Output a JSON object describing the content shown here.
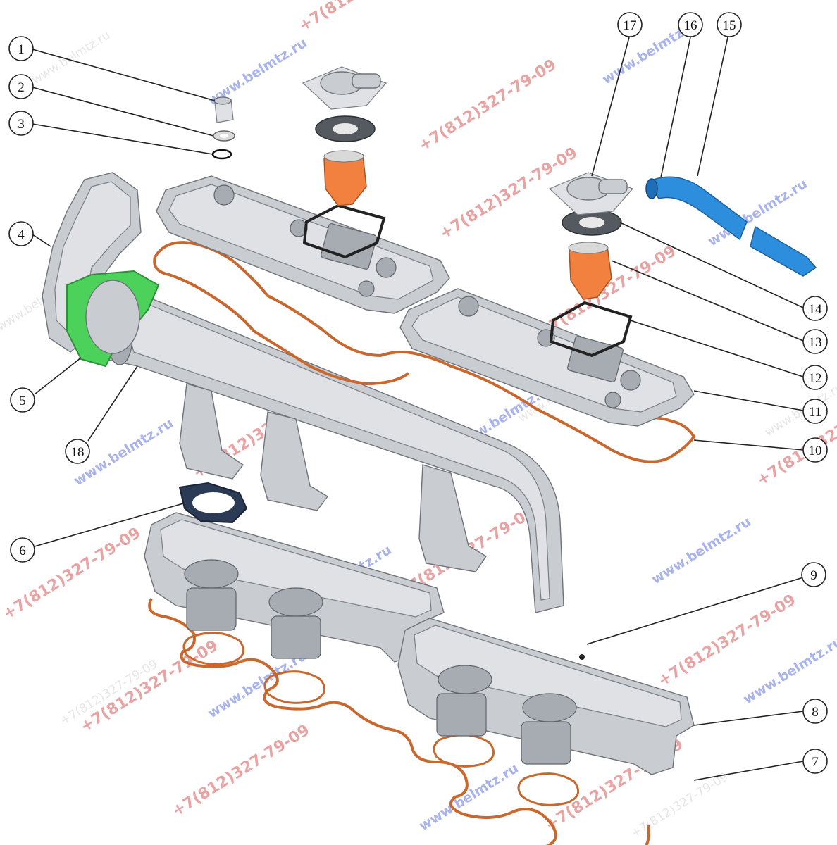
{
  "callouts": [
    {
      "number": "1"
    },
    {
      "number": "2"
    },
    {
      "number": "3"
    },
    {
      "number": "4"
    },
    {
      "number": "5"
    },
    {
      "number": "6"
    },
    {
      "number": "7"
    },
    {
      "number": "8"
    },
    {
      "number": "9"
    },
    {
      "number": "10"
    },
    {
      "number": "11"
    },
    {
      "number": "12"
    },
    {
      "number": "13"
    },
    {
      "number": "14"
    },
    {
      "number": "15"
    },
    {
      "number": "16"
    },
    {
      "number": "17"
    },
    {
      "number": "18"
    }
  ],
  "watermarks": {
    "site": "www.belmtz.ru",
    "phone": "+7(812)327-79-09"
  },
  "colors": {
    "gasket_flange": "#4cd25a",
    "thermostat": "#f2813f",
    "hose": "#2e8ede",
    "gasket_orange": "#c8672e",
    "gasket_dark": "#2b3a55"
  }
}
